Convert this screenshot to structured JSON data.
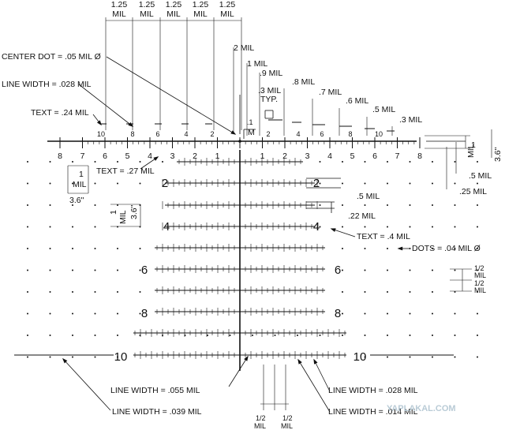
{
  "spacing": {
    "value": "1.25",
    "unit": "MIL"
  },
  "ruler_numbers": [
    "10",
    "8",
    "6",
    "4",
    "2",
    "2",
    "4",
    "6",
    "8",
    "10"
  ],
  "crosshair_numbers": [
    "8",
    "7",
    "6",
    "5",
    "4",
    "3",
    "2",
    "1",
    "1",
    "2",
    "3",
    "4",
    "5",
    "6",
    "7",
    "8"
  ],
  "scale_numbers": [
    "2",
    "4",
    "6",
    "8",
    "10"
  ],
  "callouts": {
    "center_dot": "CENTER DOT = .05 MIL Ø",
    "line_width_028": "LINE WIDTH = .028 MIL",
    "text_24": "TEXT = .24 MIL",
    "text_27": "TEXT = .27 MIL",
    "text_4": "TEXT = .4 MIL",
    "dots": "DOTS = .04 MIL Ø",
    "lw_055": "LINE WIDTH = .055 MIL",
    "lw_039": "LINE WIDTH = .039 MIL",
    "lw_028b": "LINE WIDTH = .028 MIL",
    "lw_014": "LINE WIDTH = .014 MIL"
  },
  "dims": {
    "mil2": "2 MIL",
    "mil1": "1 MIL",
    "mil09": ".9 MIL",
    "mil08": ".8 MIL",
    "mil07": ".7 MIL",
    "mil06": ".6 MIL",
    "mil05": ".5 MIL",
    "mil03": ".3 MIL",
    "mil03typ": ".3 MIL",
    "typ": "TYP.",
    "m": "M",
    "pt1": ".1",
    "r_1mil": "1",
    "r_mil": "MIL",
    "r_36": "3.6\"",
    "r_05": ".5 MIL",
    "r_025": ".25 MIL",
    "box2_05": ".5 MIL",
    "box2_022": ".22 MIL",
    "left_1": "1",
    "left_mil": "MIL",
    "left_36": "3.6\"",
    "mid_1": "1",
    "mid_mil": "MIL",
    "mid_36": "3.6\"",
    "half_num": "1/2",
    "half_den": "MIL",
    "b_half1": "1/2",
    "b_mil1": "MIL",
    "b_half2": "1/2",
    "b_mil2": "MIL"
  },
  "watermark": "YAPLAKAL.COM"
}
